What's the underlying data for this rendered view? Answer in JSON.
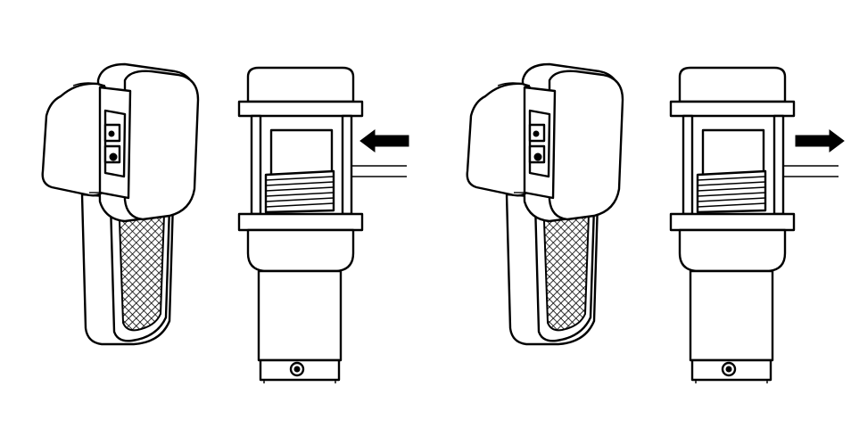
{
  "figure": {
    "panels": [
      {
        "id": "left-pair",
        "arrow_direction": "in"
      },
      {
        "id": "right-pair",
        "arrow_direction": "out"
      }
    ],
    "colors": {
      "ink": "#000000",
      "paper": "#ffffff",
      "mesh": "#000000"
    }
  }
}
